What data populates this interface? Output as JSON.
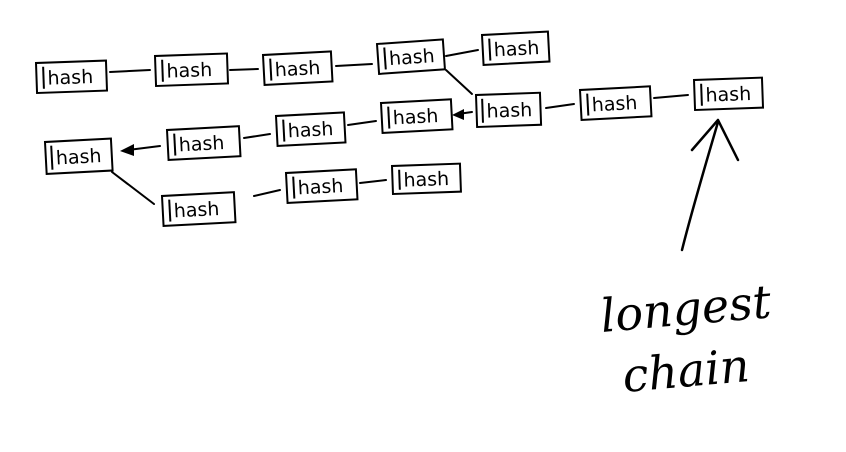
{
  "node_label": "hash",
  "annotation": {
    "line1": "longest",
    "line2": "chain"
  },
  "colors": {
    "ink": "#000000",
    "background": "#ffffff"
  }
}
